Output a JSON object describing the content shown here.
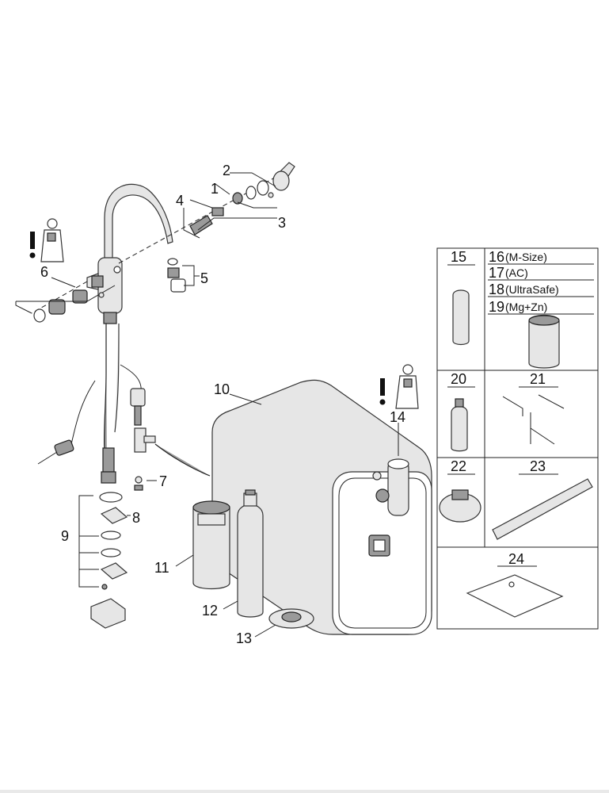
{
  "labels": {
    "p1": "1",
    "p2": "2",
    "p3": "3",
    "p4": "4",
    "p5": "5",
    "p6": "6",
    "p7": "7",
    "p8": "8",
    "p9": "9",
    "p10": "10",
    "p11": "11",
    "p12": "12",
    "p13": "13",
    "p14": "14"
  },
  "table": {
    "c15": "15",
    "c16_num": "16",
    "c16_txt": "(M-Size)",
    "c17_num": "17",
    "c17_txt": "(AC)",
    "c18_num": "18",
    "c18_txt": "(UltraSafe)",
    "c19_num": "19",
    "c19_txt": "(Mg+Zn)",
    "c20": "20",
    "c21": "21",
    "c22": "22",
    "c23": "23",
    "c24": "24"
  },
  "warning_mark": "!",
  "colors": {
    "line": "#222222",
    "fill_light": "#e6e6e6",
    "fill_dark": "#9a9a9a"
  }
}
